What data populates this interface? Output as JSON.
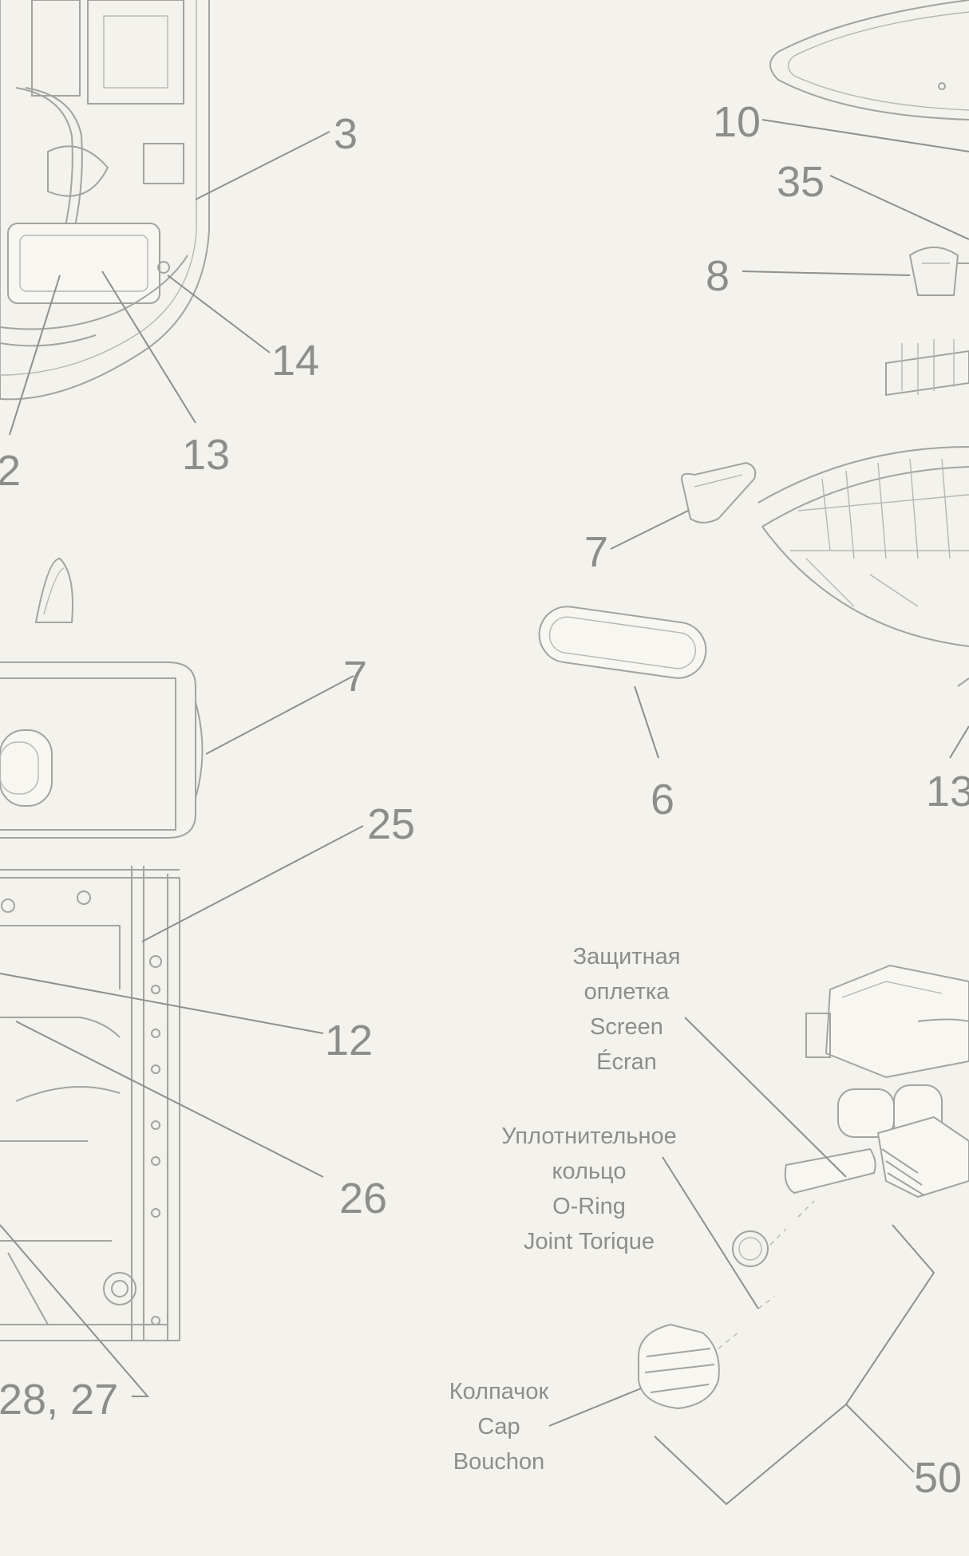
{
  "callouts": {
    "c3": "3",
    "c14": "14",
    "c13a": "13",
    "c2": "2",
    "c10": "10",
    "c35": "35",
    "c8": "8",
    "c7a": "7",
    "c6": "6",
    "c13b": "13",
    "c7b": "7",
    "c25": "25",
    "c12": "12",
    "c26": "26",
    "c28_27": "28, 27",
    "c50": "50"
  },
  "labels": {
    "screen": [
      "Защитная",
      "оплетка",
      "Screen",
      "Écran"
    ],
    "oring": [
      "Уплотнительное",
      "кольцо",
      "O-Ring",
      "Joint Torique"
    ],
    "cap": [
      "Колпачок",
      "Cap",
      "Bouchon"
    ]
  }
}
